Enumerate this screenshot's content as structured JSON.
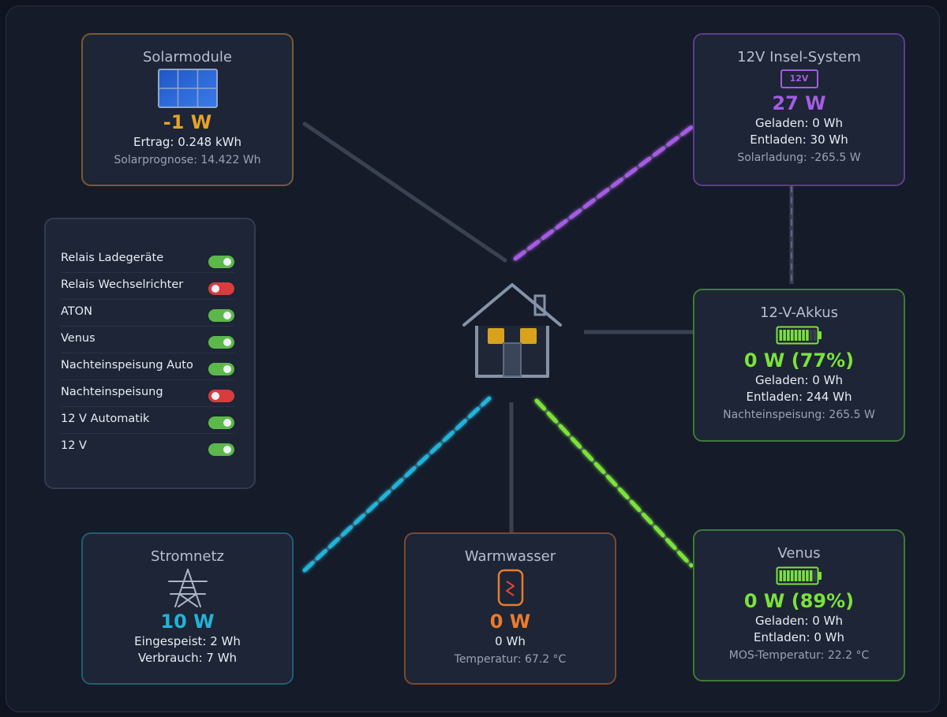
{
  "colors": {
    "solar": "#e6a327",
    "island": "#a55ce3",
    "battery": "#7be23a",
    "grid": "#22b3d8",
    "water": "#ea7b2c",
    "line_idle": "#3a4252"
  },
  "solar": {
    "title": "Solarmodule",
    "icon": "solar-panel-icon",
    "power": "-1 W",
    "yield": "Ertrag: 0.248 kWh",
    "forecast": "Solarprognose: 14.422 Wh"
  },
  "island": {
    "title": "12V Insel-System",
    "icon": "12v-badge-icon",
    "badge": "12V",
    "power": "27 W",
    "charged": "Geladen: 0 Wh",
    "discharged": "Entladen: 30 Wh",
    "solar_charge": "Solarladung: -265.5 W"
  },
  "battery12": {
    "title": "12-V-Akkus",
    "icon": "battery-icon",
    "level": 0.77,
    "power": "0 W (77%)",
    "charged": "Geladen: 0 Wh",
    "discharged": "Entladen: 244 Wh",
    "night_feed": "Nachteinspeisung: 265.5 W"
  },
  "grid": {
    "title": "Stromnetz",
    "icon": "power-pylon-icon",
    "power": "10 W",
    "fed_in": "Eingespeist: 2 Wh",
    "consumption": "Verbrauch: 7 Wh"
  },
  "water": {
    "title": "Warmwasser",
    "icon": "water-heater-icon",
    "power": "0 W",
    "energy": "0 Wh",
    "temperature": "Temperatur: 67.2 °C"
  },
  "venus": {
    "title": "Venus",
    "icon": "battery-icon",
    "level": 0.89,
    "power": "0 W (89%)",
    "charged": "Geladen: 0 Wh",
    "discharged": "Entladen: 0 Wh",
    "mos_temp": "MOS-Temperatur: 22.2 °C"
  },
  "house": {
    "icon": "house-icon"
  },
  "switches": [
    {
      "label": "Relais Ladegeräte",
      "state": "on"
    },
    {
      "label": "Relais Wechselrichter",
      "state": "off"
    },
    {
      "label": "ATON",
      "state": "on"
    },
    {
      "label": "Venus",
      "state": "on"
    },
    {
      "label": "Nachteinspeisung Auto",
      "state": "on"
    },
    {
      "label": "Nachteinspeisung",
      "state": "off"
    },
    {
      "label": "12 V Automatik",
      "state": "on"
    },
    {
      "label": "12 V",
      "state": "on"
    }
  ]
}
